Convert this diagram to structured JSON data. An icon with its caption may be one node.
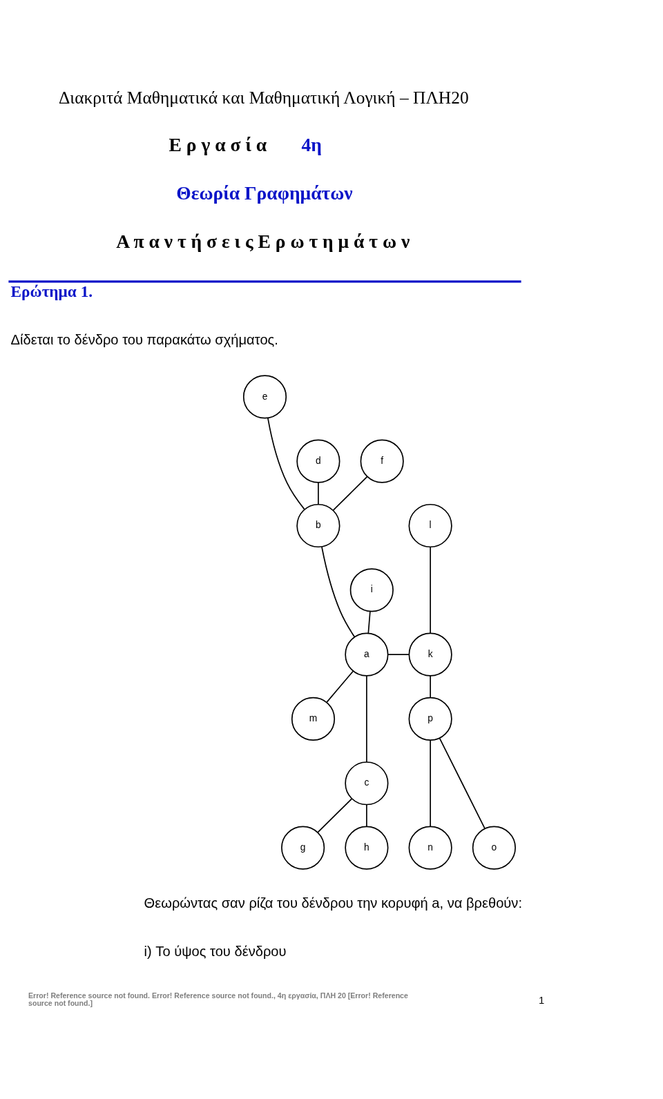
{
  "diagram": {
    "nodes": [
      {
        "text": [
          "e"
        ]
      },
      {
        "text": [
          "d"
        ]
      },
      {
        "text": [
          "f"
        ]
      },
      {
        "text": [
          "b"
        ]
      },
      {
        "text": [
          "l"
        ]
      },
      {
        "text": [
          "i"
        ]
      },
      {
        "text": [
          "a"
        ]
      },
      {
        "text": [
          "k"
        ]
      },
      {
        "text": [
          "m"
        ]
      },
      {
        "text": [
          "p"
        ]
      },
      {
        "text": [
          "c"
        ]
      },
      {
        "text": [
          "g"
        ]
      },
      {
        "text": [
          "h"
        ]
      },
      {
        "text": [
          "n"
        ]
      },
      {
        "text": [
          "o"
        ]
      }
    ],
    "edges": [
      {
        "from": 0,
        "to": 3,
        "arrow": "none"
      },
      {
        "from": 1,
        "to": 3,
        "arrow": "none"
      },
      {
        "from": 2,
        "to": 3,
        "arrow": "none"
      },
      {
        "from": 3,
        "to": 6,
        "arrow": "none"
      },
      {
        "from": 5,
        "to": 6,
        "arrow": "none"
      },
      {
        "from": 4,
        "to": 7,
        "arrow": "none"
      },
      {
        "from": 6,
        "to": 7,
        "arrow": "none"
      },
      {
        "from": 6,
        "to": 8,
        "arrow": "none"
      },
      {
        "from": 6,
        "to": 10,
        "arrow": "none"
      },
      {
        "from": 7,
        "to": 9,
        "arrow": "none"
      },
      {
        "from": 10,
        "to": 11,
        "arrow": "none"
      },
      {
        "from": 10,
        "to": 12,
        "arrow": "none"
      },
      {
        "from": 9,
        "to": 13,
        "arrow": "none"
      },
      {
        "from": 9,
        "to": 14,
        "arrow": "none"
      }
    ],
    "labels": [
      "Διακριτά Μαθηματικά και Μαθηματική Λογική – ΠΛΗ20",
      "Ε ρ γ α σ ί α",
      "4η",
      "Θεωρία Γραφημάτων",
      "Α π α ν τ ή σ ε ι ς Ε ρ ω τ η μ ά τ ω ν",
      "Ερώτημα 1.",
      "Δίδεται το δένδρο του παρακάτω σχήματος.",
      "Θεωρώντας σαν ρίζα του δένδρου την κορυφή a, να βρεθούν:",
      "i) Το ύψος του δένδρου",
      "Error! Reference source not found. Error! Reference source not found., 4η εργασία, ΠΛΗ 20 [Error! Reference source not found.]",
      "1"
    ]
  }
}
